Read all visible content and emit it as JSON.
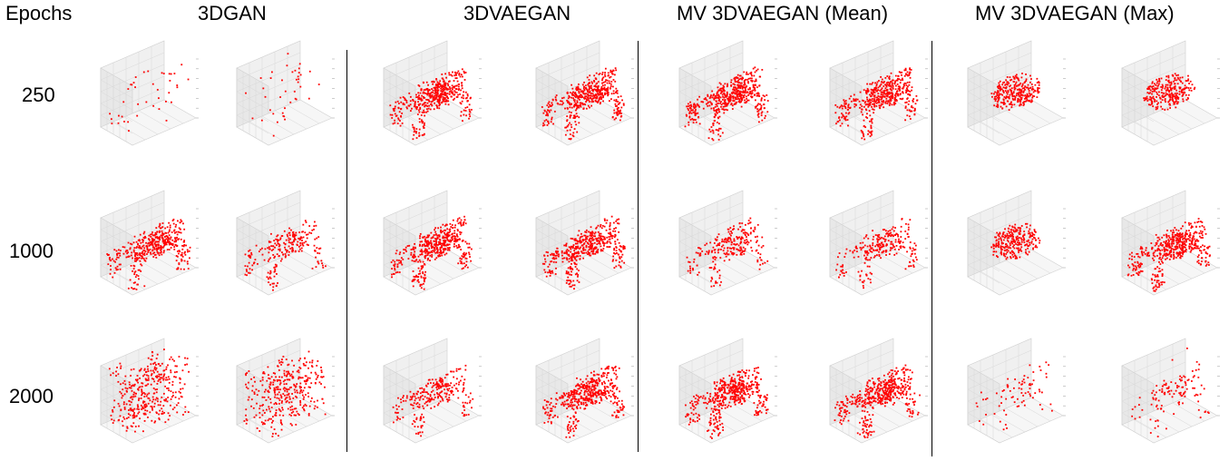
{
  "row_header": "Epochs",
  "columns": [
    {
      "title": "3DGAN"
    },
    {
      "title": "3DVAEGAN"
    },
    {
      "title": "MV 3DVAEGAN (Mean)"
    },
    {
      "title": "MV 3DVAEGAN (Max)"
    }
  ],
  "rows": [
    {
      "epochs": "250"
    },
    {
      "epochs": "1000"
    },
    {
      "epochs": "2000"
    }
  ],
  "colors": {
    "voxel": "#ff0000",
    "pane": "#f0f0f0",
    "grid": "#d8d8d8",
    "divider": "#000000"
  },
  "plot_kind": "3d voxel scatter (red points)"
}
